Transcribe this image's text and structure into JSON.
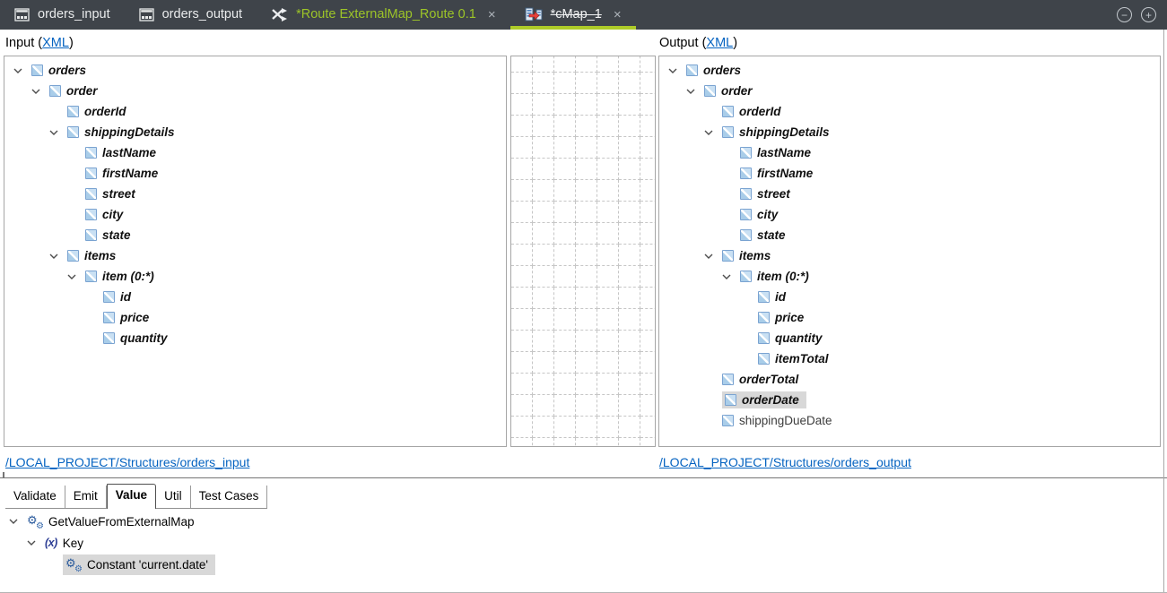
{
  "tabbar": {
    "tabs": [
      {
        "label": "orders_input"
      },
      {
        "label": "orders_output"
      },
      {
        "label": "*Route ExternalMap_Route 0.1"
      },
      {
        "label": "*cMap_1"
      }
    ],
    "close_glyph": "×",
    "zoom_out_glyph": "−",
    "zoom_in_glyph": "+"
  },
  "panels": {
    "input": {
      "title": "Input",
      "xml_label": "XML",
      "path": "/LOCAL_PROJECT/Structures/orders_input"
    },
    "output": {
      "title": "Output",
      "xml_label": "XML",
      "path": "/LOCAL_PROJECT/Structures/orders_output"
    },
    "paren_open": "(",
    "paren_close": ")"
  },
  "input_rows": [
    "orders",
    "order",
    "orderId",
    "shippingDetails",
    "lastName",
    "firstName",
    "street",
    "city",
    "state",
    "items",
    "item (0:*)",
    "id",
    "price",
    "quantity"
  ],
  "output_rows": [
    "orders",
    "order",
    "orderId",
    "shippingDetails",
    "lastName",
    "firstName",
    "street",
    "city",
    "state",
    "items",
    "item (0:*)",
    "id",
    "price",
    "quantity",
    "itemTotal",
    "orderTotal",
    "orderDate",
    "shippingDueDate"
  ],
  "bottom": {
    "tabs": [
      "Validate",
      "Emit",
      "Value",
      "Util",
      "Test Cases"
    ],
    "active_tab": "Value",
    "function_tree": [
      "GetValueFromExternalMap",
      "Key",
      "Constant 'current.date'"
    ],
    "variable_icon_glyph": "(x)"
  },
  "colors": {
    "tabbar_bg": "#3f444a",
    "active_tab_underline": "#aecb28",
    "route_tab_text": "#9cc428",
    "link_blue": "#0563c1",
    "selection_gray": "#d8d8d8"
  }
}
